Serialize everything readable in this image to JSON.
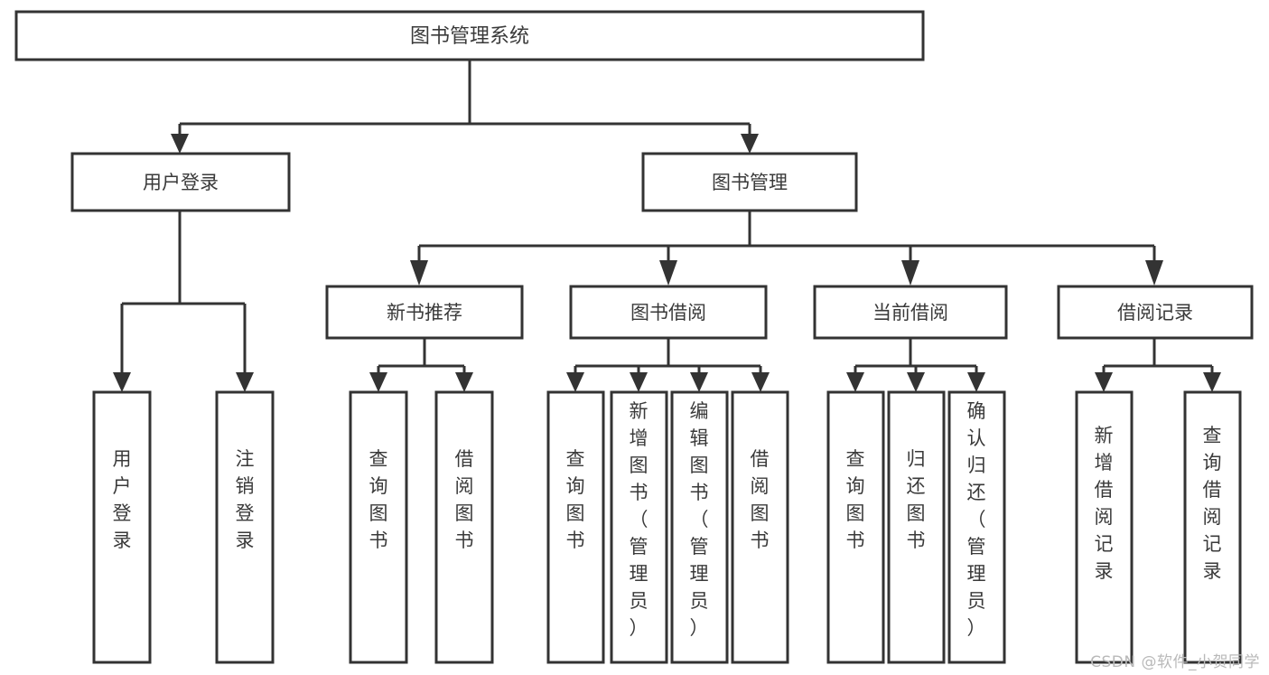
{
  "diagram": {
    "title": "图书管理系统",
    "watermark": "CSDN @软件_小贺同学",
    "colors": {
      "stroke": "#333333",
      "fill": "#ffffff",
      "text": "#3a3a3a",
      "watermark": "#b9b9b9",
      "background": "#ffffff"
    },
    "root": {
      "label": "图书管理系统"
    },
    "level1": [
      {
        "id": "user-login",
        "label": "用户登录"
      },
      {
        "id": "book-management",
        "label": "图书管理"
      }
    ],
    "level2": [
      {
        "id": "new-book-recommend",
        "label": "新书推荐",
        "parent": "book-management"
      },
      {
        "id": "book-borrow",
        "label": "图书借阅",
        "parent": "book-management"
      },
      {
        "id": "current-borrow",
        "label": "当前借阅",
        "parent": "book-management"
      },
      {
        "id": "borrow-record",
        "label": "借阅记录",
        "parent": "book-management"
      }
    ],
    "leaves": [
      {
        "id": "leaf-user-login",
        "label": "用户登录",
        "parent": "user-login"
      },
      {
        "id": "leaf-user-logout",
        "label": "注销登录",
        "parent": "user-login"
      },
      {
        "id": "leaf-query-book-1",
        "label": "查询图书",
        "parent": "new-book-recommend"
      },
      {
        "id": "leaf-borrow-book-1",
        "label": "借阅图书",
        "parent": "new-book-recommend"
      },
      {
        "id": "leaf-query-book-2",
        "label": "查询图书",
        "parent": "book-borrow"
      },
      {
        "id": "leaf-add-book",
        "label": "新增图书（管理员）",
        "parent": "book-borrow"
      },
      {
        "id": "leaf-edit-book",
        "label": "编辑图书（管理员）",
        "parent": "book-borrow"
      },
      {
        "id": "leaf-borrow-book-2",
        "label": "借阅图书",
        "parent": "book-borrow"
      },
      {
        "id": "leaf-query-book-3",
        "label": "查询图书",
        "parent": "current-borrow"
      },
      {
        "id": "leaf-return-book",
        "label": "归还图书",
        "parent": "current-borrow"
      },
      {
        "id": "leaf-confirm-return",
        "label": "确认归还（管理员）",
        "parent": "current-borrow"
      },
      {
        "id": "leaf-add-record",
        "label": "新增借阅记录",
        "parent": "borrow-record"
      },
      {
        "id": "leaf-query-record",
        "label": "查询借阅记录",
        "parent": "borrow-record"
      }
    ]
  }
}
